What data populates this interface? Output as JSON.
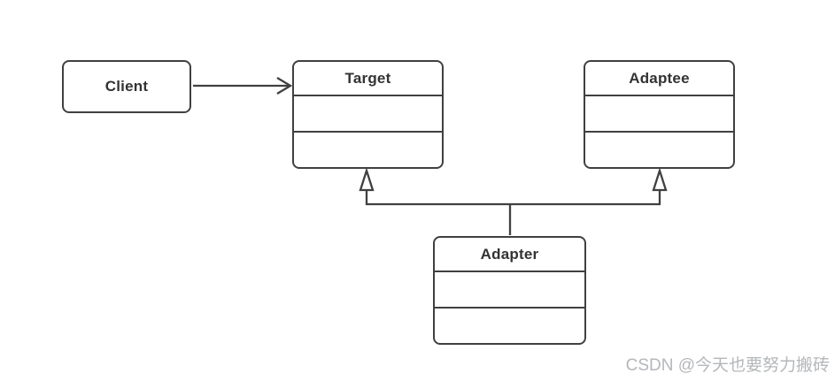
{
  "diagram": {
    "type": "uml-class-diagram",
    "pattern": "Adapter",
    "classes": {
      "client": {
        "label": "Client",
        "compartments": 1
      },
      "target": {
        "label": "Target",
        "compartments": 3
      },
      "adaptee": {
        "label": "Adaptee",
        "compartments": 3
      },
      "adapter": {
        "label": "Adapter",
        "compartments": 3
      }
    },
    "relationships": [
      {
        "from": "client",
        "to": "target",
        "type": "association",
        "arrowhead": "open"
      },
      {
        "from": "adapter",
        "to": "target",
        "type": "generalization",
        "arrowhead": "hollow-triangle"
      },
      {
        "from": "adapter",
        "to": "adaptee",
        "type": "generalization",
        "arrowhead": "hollow-triangle"
      }
    ]
  },
  "colors": {
    "border": "#404040",
    "text": "#333333",
    "watermark": "#b4b7ba",
    "background": "#ffffff"
  },
  "watermark": {
    "text": "CSDN @今天也要努力搬砖"
  }
}
